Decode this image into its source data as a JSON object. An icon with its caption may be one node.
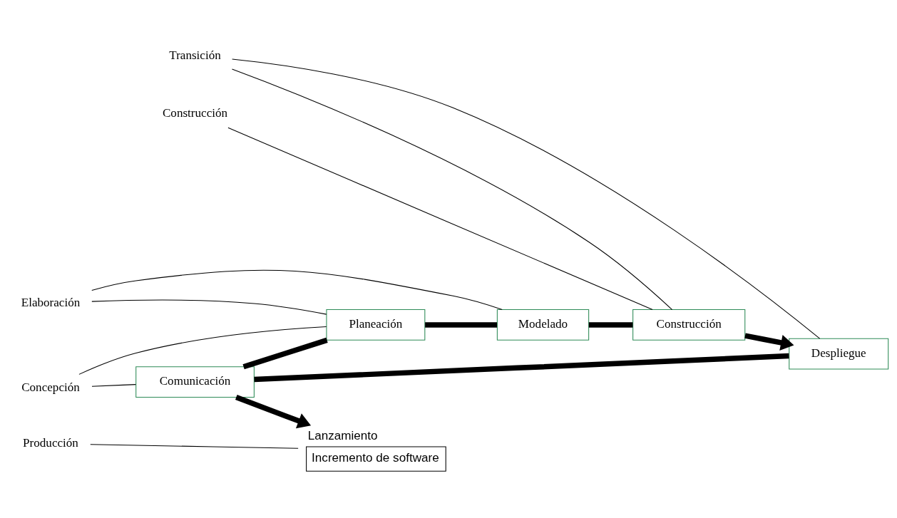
{
  "diagram": {
    "nodes": [
      {
        "text": [
          "Comunicación"
        ]
      },
      {
        "text": [
          "Planeación"
        ]
      },
      {
        "text": [
          "Modelado"
        ]
      },
      {
        "text": [
          "Construcción"
        ]
      },
      {
        "text": [
          "Despliegue"
        ]
      },
      {
        "text": [
          "Lanzamiento",
          "Incremento de software"
        ]
      },
      {
        "text": [
          "Concepción"
        ]
      },
      {
        "text": [
          "Elaboración"
        ]
      },
      {
        "text": [
          "Construcción"
        ]
      },
      {
        "text": [
          "Transición"
        ]
      },
      {
        "text": [
          "Producción"
        ]
      }
    ],
    "edges": [
      {
        "from": 0,
        "to": 1,
        "arrow": "none",
        "style": "thick"
      },
      {
        "from": 1,
        "to": 2,
        "arrow": "none",
        "style": "thick"
      },
      {
        "from": 2,
        "to": 3,
        "arrow": "none",
        "style": "thick"
      },
      {
        "from": 3,
        "to": 4,
        "arrow": "to",
        "style": "thick"
      },
      {
        "from": 4,
        "to": 0,
        "arrow": "none",
        "style": "thick"
      },
      {
        "from": 0,
        "to": 5,
        "arrow": "to",
        "style": "thick"
      },
      {
        "from": 6,
        "to": 0,
        "arrow": "none"
      },
      {
        "from": 6,
        "to": 1,
        "arrow": "none"
      },
      {
        "from": 7,
        "to": 1,
        "arrow": "none"
      },
      {
        "from": 7,
        "to": 2,
        "arrow": "none"
      },
      {
        "from": 8,
        "to": 3,
        "arrow": "none"
      },
      {
        "from": 9,
        "to": 4,
        "arrow": "none"
      },
      {
        "from": 9,
        "to": 3,
        "arrow": "none"
      },
      {
        "from": 10,
        "to": 5,
        "arrow": "none"
      }
    ]
  }
}
